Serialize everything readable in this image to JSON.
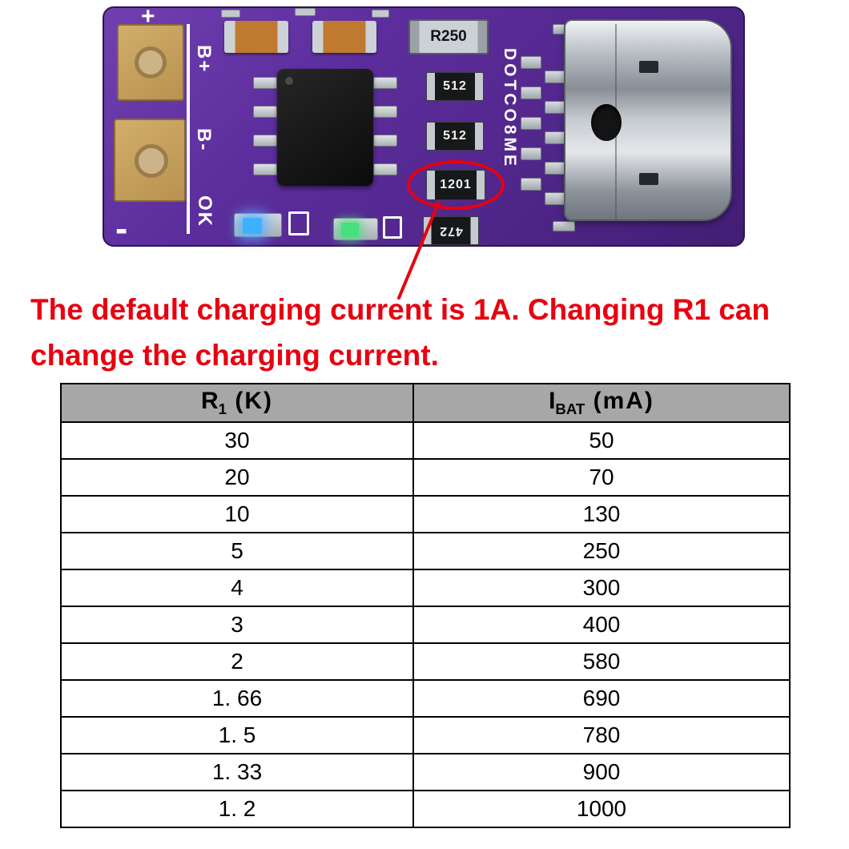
{
  "colors": {
    "annotation_red": "#e8000f",
    "table_header_bg": "#a7a7a7",
    "board_purple": "#54288f"
  },
  "pcb": {
    "labels": {
      "plus": "+",
      "minus": "-",
      "b_plus": "B+",
      "b_minus": "B-",
      "ok": "OK",
      "brand": "DOTCO8ME",
      "r_shunt": "R250",
      "r_512a": "512",
      "r_512b": "512",
      "r_set": "1201",
      "r_472": "472"
    }
  },
  "annotation": {
    "line1": "The default charging current is 1A. Changing R1 can",
    "line2": "change the charging current."
  },
  "table": {
    "header": {
      "col1_main": "R",
      "col1_sub": "1",
      "col1_rest": " (K)",
      "col2_main": "I",
      "col2_sub": "BAT",
      "col2_rest": " (mA)"
    },
    "rows": [
      [
        "30",
        "50"
      ],
      [
        "20",
        "70"
      ],
      [
        "10",
        "130"
      ],
      [
        "5",
        "250"
      ],
      [
        "4",
        "300"
      ],
      [
        "3",
        "400"
      ],
      [
        "2",
        "580"
      ],
      [
        "1. 66",
        "690"
      ],
      [
        "1. 5",
        "780"
      ],
      [
        "1. 33",
        "900"
      ],
      [
        "1. 2",
        "1000"
      ]
    ]
  }
}
